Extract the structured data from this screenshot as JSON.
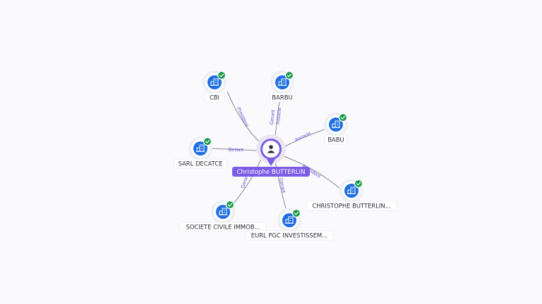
{
  "colors": {
    "edge": "#8a8a99",
    "edge_label": "#6b57d6",
    "company_icon": "#1f6fe0",
    "check_badge": "#1a9a4a",
    "person_accent": "#7c5ce6"
  },
  "center": {
    "name": "Christophe BUTTERLIN",
    "icon": "person-icon"
  },
  "nodes": [
    {
      "id": "cbi",
      "label": "CBI",
      "icon": "building-icon",
      "badge": "check-icon"
    },
    {
      "id": "barbu",
      "label": "BARBU",
      "icon": "building-icon",
      "badge": "check-icon"
    },
    {
      "id": "babu",
      "label": "BABU",
      "icon": "building-icon",
      "badge": "check-icon"
    },
    {
      "id": "sarl-decatce",
      "label": "SARL DECATCE",
      "icon": "building-icon",
      "badge": "check-icon"
    },
    {
      "id": "christophe-butterlin-co",
      "label": "CHRISTOPHE BUTTERLIN...",
      "icon": "building-icon",
      "badge": "check-icon"
    },
    {
      "id": "societe-civile",
      "label": "SOCIETE CIVILE IMMOB...",
      "icon": "building-icon",
      "badge": "check-icon"
    },
    {
      "id": "eurl-pgc",
      "label": "EURL PGC INVESTISSEM...",
      "icon": "building-icon",
      "badge": "check-icon"
    }
  ],
  "edges": [
    {
      "to": "cbi",
      "labels": [
        "President"
      ]
    },
    {
      "to": "barbu",
      "labels": [
        "Gerant",
        "Associe"
      ]
    },
    {
      "to": "babu",
      "labels": [
        "Associe"
      ]
    },
    {
      "to": "sarl-decatce",
      "labels": [
        "Gerant"
      ]
    },
    {
      "to": "christophe-butterlin-co",
      "labels": [
        "President"
      ]
    },
    {
      "to": "societe-civile",
      "labels": [
        "Gerant"
      ]
    },
    {
      "to": "eurl-pgc",
      "labels": [
        "Gerant"
      ]
    }
  ]
}
